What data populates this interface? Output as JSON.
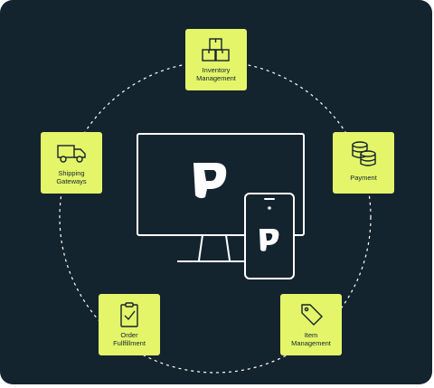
{
  "nodes": [
    {
      "key": "inventory",
      "label": "Inventory\nManagement",
      "icon": "boxes-icon"
    },
    {
      "key": "payment",
      "label": "Payment",
      "icon": "coin-stack-icon"
    },
    {
      "key": "item",
      "label": "Item\nManagement",
      "icon": "price-tag-icon"
    },
    {
      "key": "order",
      "label": "Order\nFullfillment",
      "icon": "clipboard-check-icon"
    },
    {
      "key": "shipping",
      "label": "Shipping\nGateways",
      "icon": "truck-icon"
    }
  ],
  "center": {
    "devices": [
      "desktop-monitor",
      "smartphone"
    ],
    "logo": "P"
  },
  "colors": {
    "background": "#14242e",
    "card": "#e4f56a",
    "line": "#ffffff"
  }
}
